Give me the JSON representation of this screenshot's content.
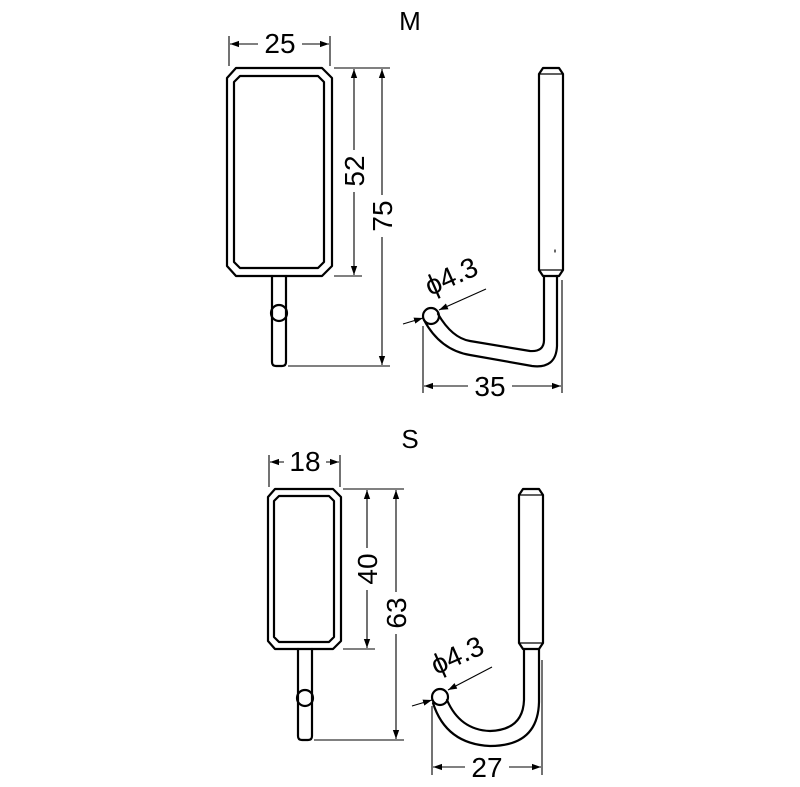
{
  "sizes": {
    "m": {
      "label": "M",
      "width": "25",
      "inner_height": "52",
      "total_height": "75",
      "wire_diameter": "ϕ4.3",
      "projection": "35"
    },
    "s": {
      "label": "S",
      "width": "18",
      "inner_height": "40",
      "total_height": "63",
      "wire_diameter": "ϕ4.3",
      "projection": "27"
    }
  }
}
